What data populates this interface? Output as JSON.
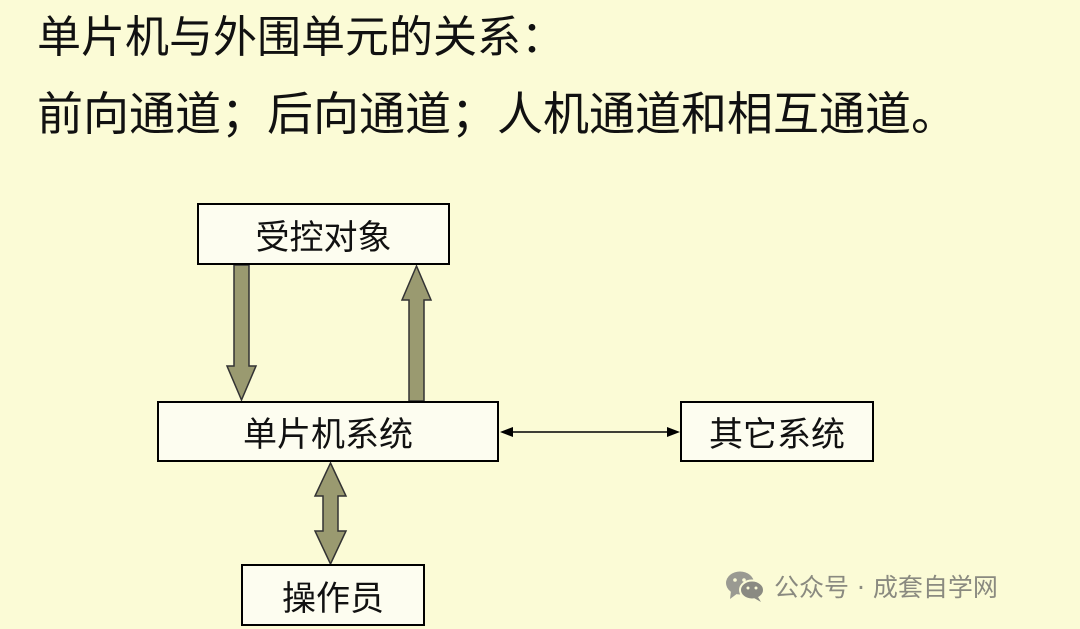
{
  "text": {
    "line1": "单片机与外围单元的关系：",
    "line2": "前向通道；后向通道；人机通道和相互通道。"
  },
  "diagram": {
    "nodes": {
      "controlled_object": "受控对象",
      "mcu_system": "单片机系统",
      "other_system": "其它系统",
      "operator": "操作员"
    },
    "edges": [
      {
        "from": "controlled_object",
        "to": "mcu_system",
        "style": "thick-arrow"
      },
      {
        "from": "mcu_system",
        "to": "controlled_object",
        "style": "thick-arrow"
      },
      {
        "from": "mcu_system",
        "to": "other_system",
        "style": "thin-double-arrow"
      },
      {
        "from": "mcu_system",
        "to": "operator",
        "style": "thick-double-arrow"
      }
    ],
    "arrow_fill_color": "#9a9a70",
    "background_color": "#fbfbd6"
  },
  "watermark": {
    "text": "公众号 · 成套自学网",
    "icon": "wechat-icon"
  }
}
